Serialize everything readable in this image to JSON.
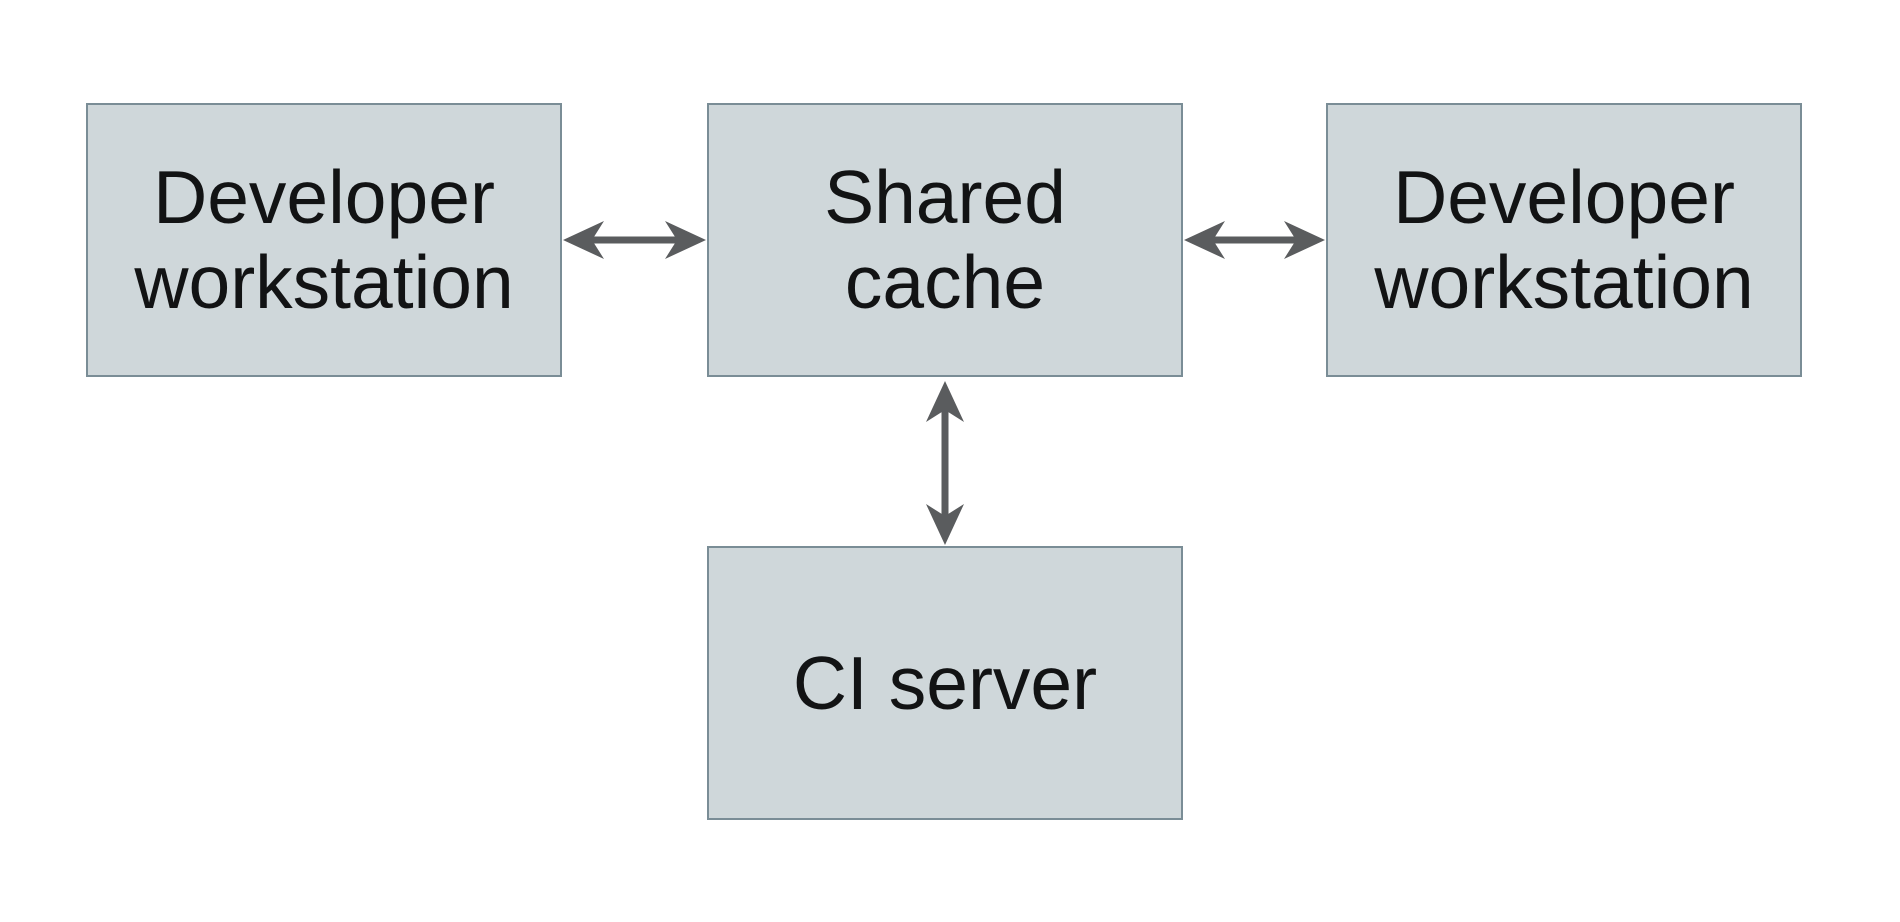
{
  "diagram": {
    "colors": {
      "background": "#ffffff",
      "node_fill": "#cfd7da",
      "node_border": "#7a8d96",
      "arrow": "#5a5c5e",
      "text": "#121314"
    },
    "nodes": [
      {
        "id": "developer-workstation-left",
        "label": "Developer workstation",
        "lines": [
          "Developer",
          "workstation"
        ]
      },
      {
        "id": "shared-cache",
        "label": "Shared cache",
        "lines": [
          "Shared",
          "cache"
        ]
      },
      {
        "id": "developer-workstation-right",
        "label": "Developer workstation",
        "lines": [
          "Developer",
          "workstation"
        ]
      },
      {
        "id": "ci-server",
        "label": "CI server",
        "lines": [
          "CI server"
        ]
      }
    ],
    "edges": [
      {
        "from": "developer-workstation-left",
        "to": "shared-cache",
        "direction": "bidirectional"
      },
      {
        "from": "shared-cache",
        "to": "developer-workstation-right",
        "direction": "bidirectional"
      },
      {
        "from": "shared-cache",
        "to": "ci-server",
        "direction": "bidirectional"
      }
    ]
  }
}
